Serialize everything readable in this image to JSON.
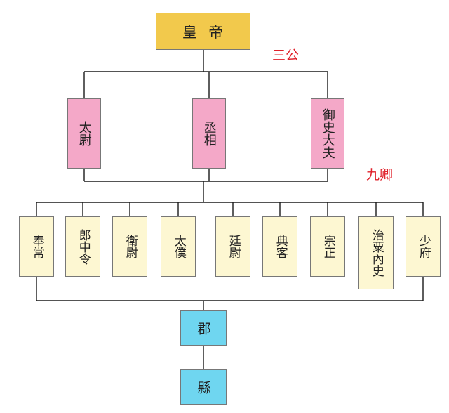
{
  "emperor": {
    "label": "皇  帝"
  },
  "groups": {
    "san_gong": "三公",
    "jiu_qing": "九卿"
  },
  "san_gong": [
    {
      "label": "太尉"
    },
    {
      "label": "丞相"
    },
    {
      "label": "御史大夫"
    }
  ],
  "jiu_qing": [
    {
      "label": "奉常"
    },
    {
      "label": "郎中令"
    },
    {
      "label": "衛尉"
    },
    {
      "label": "太僕"
    },
    {
      "label": "廷尉"
    },
    {
      "label": "典客"
    },
    {
      "label": "宗正"
    },
    {
      "label": "治粟內史"
    },
    {
      "label": "少府"
    }
  ],
  "jun": {
    "label": "郡"
  },
  "xian": {
    "label": "縣"
  },
  "colors": {
    "emperor": "#f2c94c",
    "san_gong": "#f4a8c8",
    "jiu_qing": "#fdf7d2",
    "local": "#6fd6f0",
    "group_label": "#e0202a"
  }
}
